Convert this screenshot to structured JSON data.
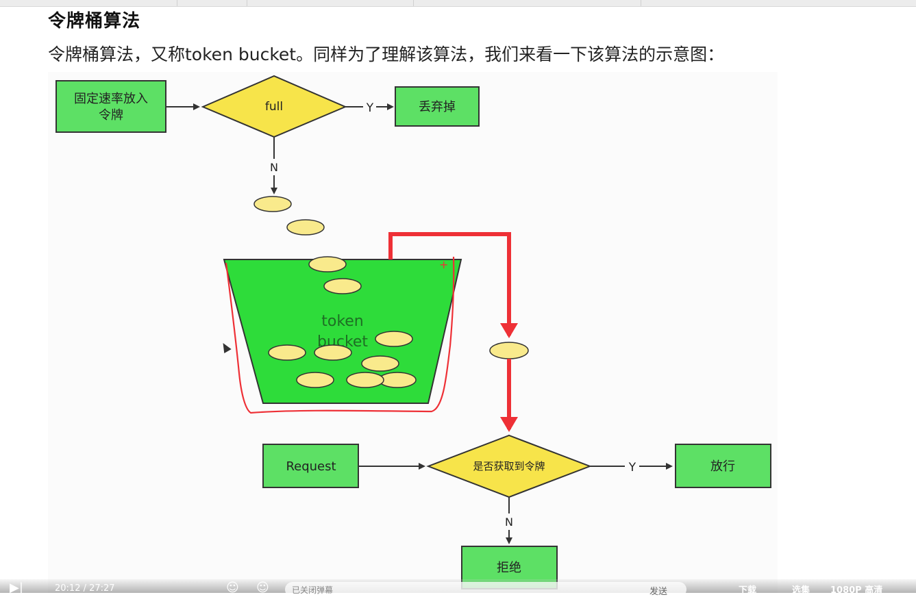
{
  "page": {
    "section_title": "令牌桶算法",
    "intro": "令牌桶算法，又称token bucket。同样为了理解该算法，我们来看一下该算法的示意图："
  },
  "diagram": {
    "fixed_rate_box": [
      "固定速率放入",
      "令牌"
    ],
    "full_decision": "full",
    "yes_label": "Y",
    "no_label": "N",
    "discard_box": "丢弃掉",
    "bucket_label": [
      "token",
      "bucket"
    ],
    "request_box": "Request",
    "got_token_decision": "是否获取到令牌",
    "pass_box": "放行",
    "reject_box": "拒绝"
  },
  "colors": {
    "box_green": "#5de065",
    "bucket_green": "#2edc3a",
    "decision_yellow": "#f7e44a",
    "token_yellow": "#f9ea8c",
    "red_arrow": "#ee3036"
  },
  "player": {
    "time": "20:12 / 27:27",
    "danmaku_placeholder": "已关闭弹幕",
    "send": "发送",
    "download": "下载",
    "select": "选集",
    "quality": "1080P 高清"
  }
}
